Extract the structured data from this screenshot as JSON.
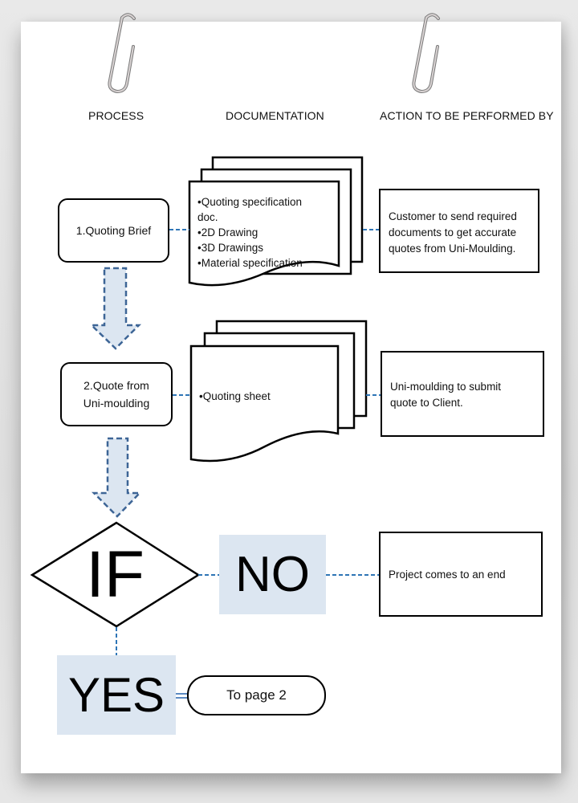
{
  "headers": {
    "process": "PROCESS",
    "documentation": "DOCUMENTATION",
    "action": "ACTION TO BE PERFORMED BY"
  },
  "steps": [
    {
      "process": "1.Quoting Brief",
      "documents": [
        "•Quoting specification",
        "doc.",
        "•2D Drawing",
        "•3D Drawings",
        "•Material specification"
      ],
      "action": [
        "Customer to send required",
        "documents to get accurate",
        "quotes from Uni-Moulding."
      ]
    },
    {
      "process_lines": [
        "2.Quote from",
        "Uni-moulding"
      ],
      "documents": [
        "•Quoting sheet"
      ],
      "action": [
        "Uni-moulding to submit",
        "quote to Client."
      ]
    }
  ],
  "decision": {
    "label": "IF",
    "no_label": "NO",
    "no_action": "Project comes to an end",
    "yes_label": "YES",
    "yes_target": "To page 2"
  },
  "icons": {
    "clip_left": "paperclip-icon",
    "clip_right": "paperclip-icon",
    "arrows": "down-arrow-icon"
  },
  "colors": {
    "connector": "#2e75b6",
    "arrow_fill": "#dce6f1",
    "arrow_stroke": "#3d6596",
    "label_fill": "#dce6f1"
  }
}
